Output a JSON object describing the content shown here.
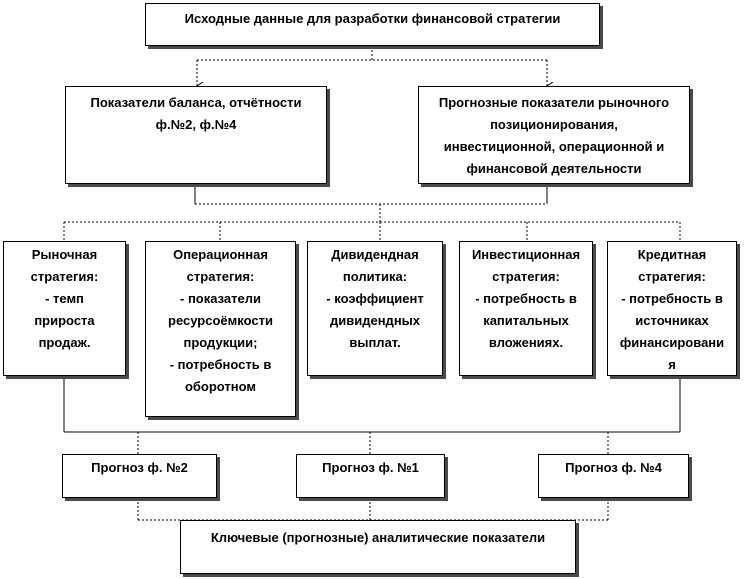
{
  "diagram": {
    "title": "Исходные данные для разработки финансовой стратегии",
    "source_left": "Показатели баланса, отчётности\nф.№2, ф.№4",
    "source_right": "Прогнозные показатели рыночного\nпозиционирования,\nинвестиционной, операционной и\nфинансовой деятельности",
    "strategies": [
      {
        "text": "Рыночная\nстратегия:\n- темп\nприроста\nпродаж."
      },
      {
        "text": "Операционная\nстратегия:\n- показатели\nресурсоёмкости\nпродукции;\n- потребность в\nоборотном"
      },
      {
        "text": "Дивидендная\nполитика:\n- коэффициент\nдивидендных\nвыплат."
      },
      {
        "text": "Инвестиционная\nстратегия:\n- потребность в\nкапитальных\nвложениях."
      },
      {
        "text": "Кредитная\nстратегия:\n- потребность в\nисточниках\nфинансировани\nя"
      }
    ],
    "forecasts": [
      {
        "text": "Прогноз ф. №2"
      },
      {
        "text": "Прогноз ф. №1"
      },
      {
        "text": "Прогноз ф. №4"
      }
    ],
    "result": "Ключевые (прогнозные) аналитические показатели"
  }
}
